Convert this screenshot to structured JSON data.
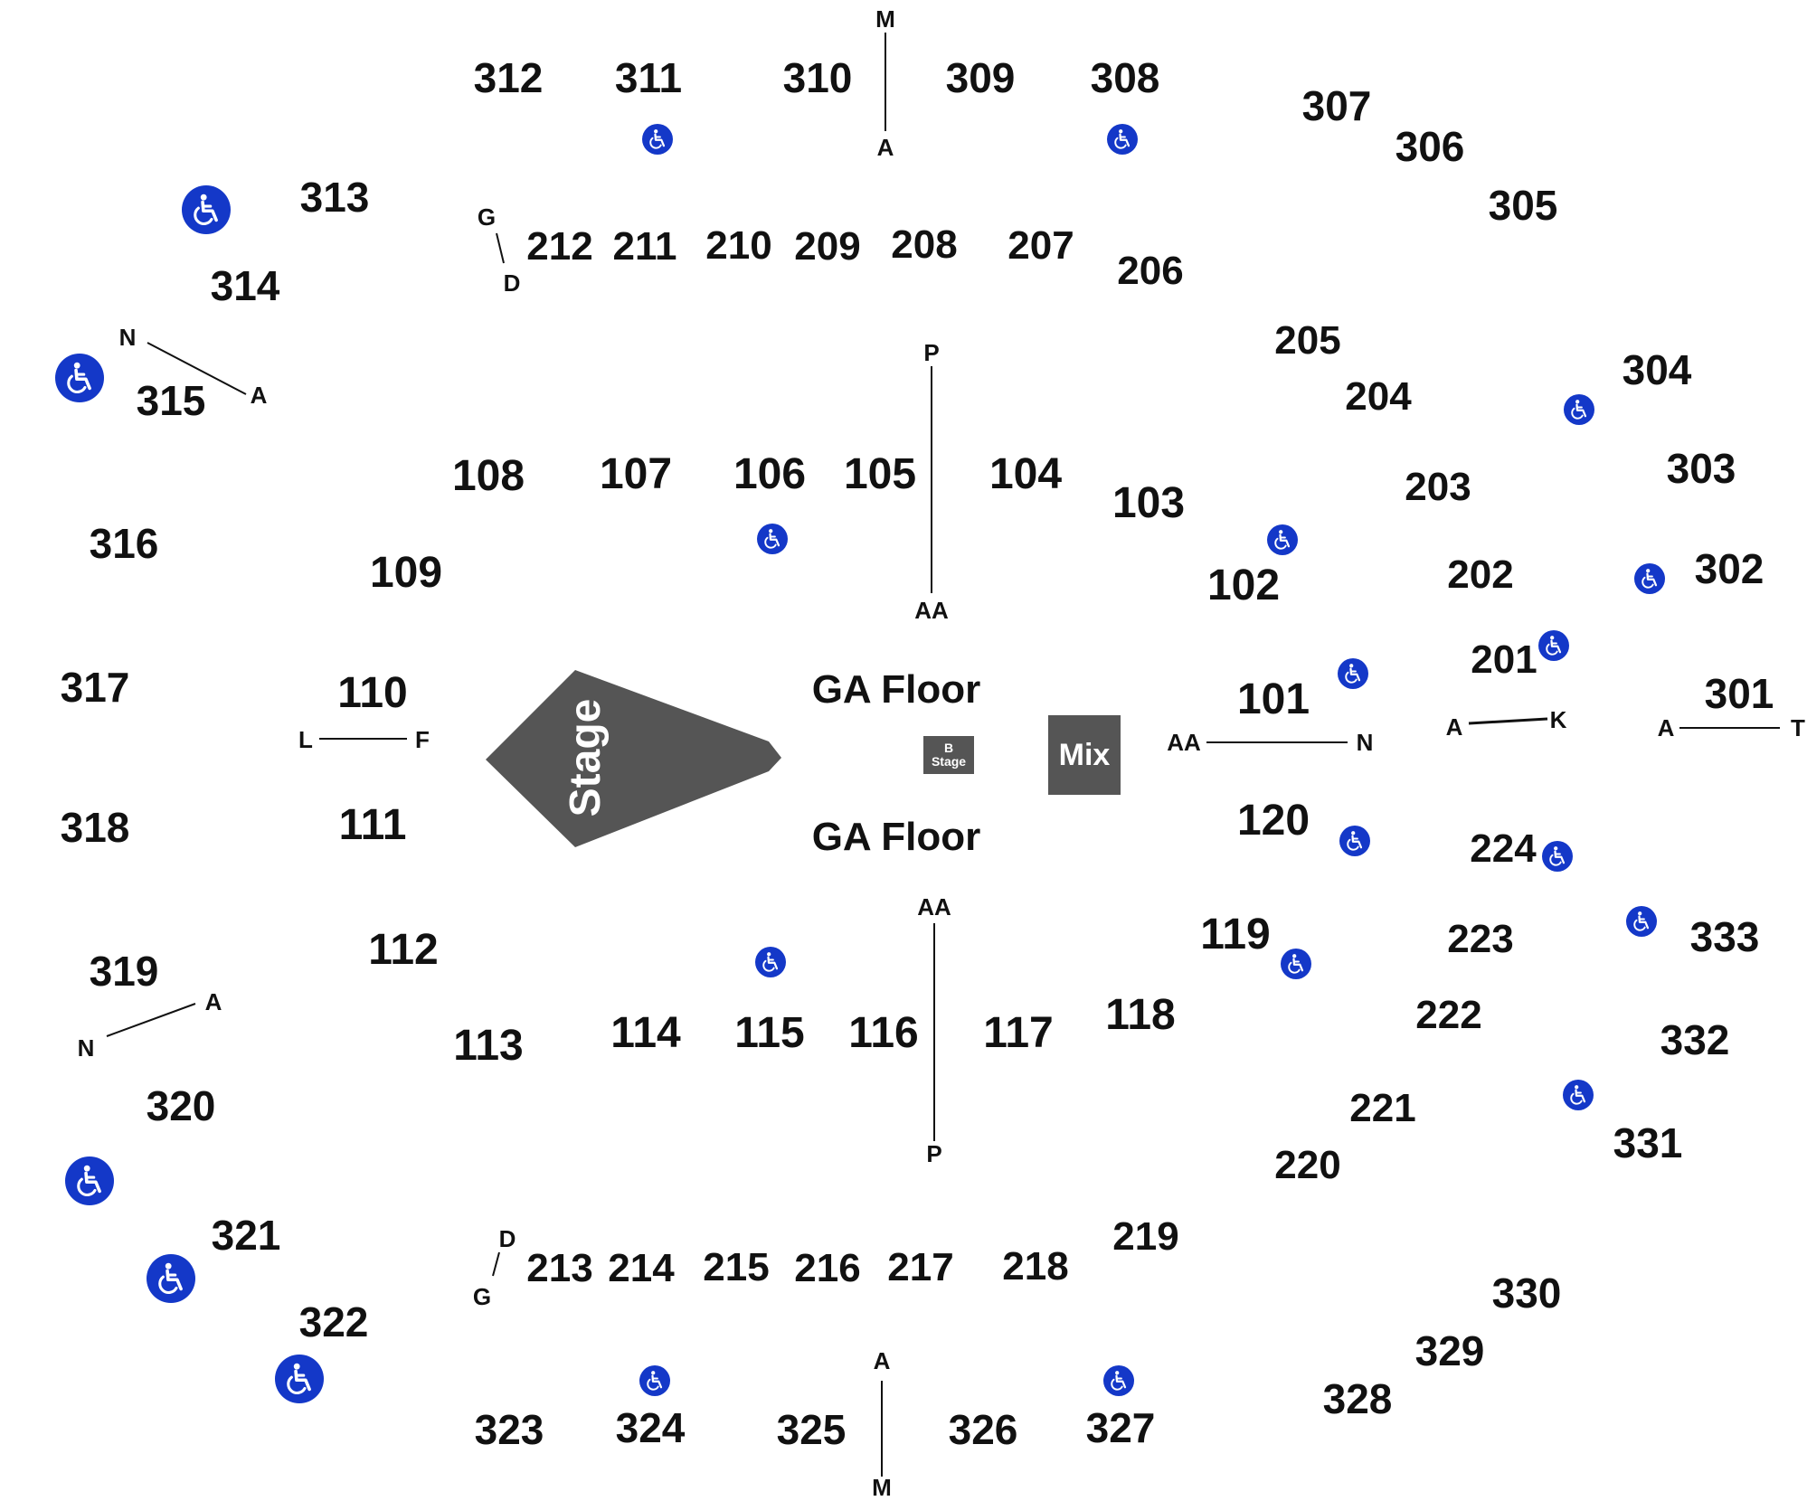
{
  "map": {
    "stage_label": "Stage",
    "mix_label": "Mix",
    "b_stage_label": [
      "B",
      "Stage"
    ],
    "ga_floor_labels": [
      "GA Floor",
      "GA Floor"
    ],
    "colors": {
      "stage": "#555555",
      "mix": "#555555",
      "accessible_icon_bg": "#1438c8",
      "text": "#111111",
      "background": "#ffffff"
    },
    "accessible_icon": "wheelchair-icon",
    "sections": {
      "level_100": [
        "101",
        "102",
        "103",
        "104",
        "105",
        "106",
        "107",
        "108",
        "109",
        "110",
        "111",
        "112",
        "113",
        "114",
        "115",
        "116",
        "117",
        "118",
        "119",
        "120"
      ],
      "level_200": [
        "201",
        "202",
        "203",
        "204",
        "205",
        "206",
        "207",
        "208",
        "209",
        "210",
        "211",
        "212",
        "213",
        "214",
        "215",
        "216",
        "217",
        "218",
        "219",
        "220",
        "221",
        "222",
        "223",
        "224"
      ],
      "level_300": [
        "301",
        "302",
        "303",
        "304",
        "305",
        "306",
        "307",
        "308",
        "309",
        "310",
        "311",
        "312",
        "313",
        "314",
        "315",
        "316",
        "317",
        "318",
        "319",
        "320",
        "321",
        "322",
        "323",
        "324",
        "325",
        "326",
        "327",
        "328",
        "329",
        "330",
        "331",
        "332",
        "333"
      ]
    },
    "row_markers": [
      {
        "id": "r310",
        "from": "M",
        "to": "A"
      },
      {
        "id": "r212",
        "from": "G",
        "to": "D"
      },
      {
        "id": "r315",
        "from": "N",
        "to": "A"
      },
      {
        "id": "r105",
        "from": "P",
        "to": "AA"
      },
      {
        "id": "r110",
        "from": "L",
        "to": "F"
      },
      {
        "id": "r101",
        "from": "AA",
        "to": "N"
      },
      {
        "id": "r201",
        "from": "A",
        "to": "K"
      },
      {
        "id": "r301",
        "from": "A",
        "to": "T"
      },
      {
        "id": "r116",
        "from": "AA",
        "to": "P"
      },
      {
        "id": "r319",
        "from": "A",
        "to": "N"
      },
      {
        "id": "r213",
        "from": "D",
        "to": "G"
      },
      {
        "id": "r325",
        "from": "A",
        "to": "M"
      }
    ]
  }
}
